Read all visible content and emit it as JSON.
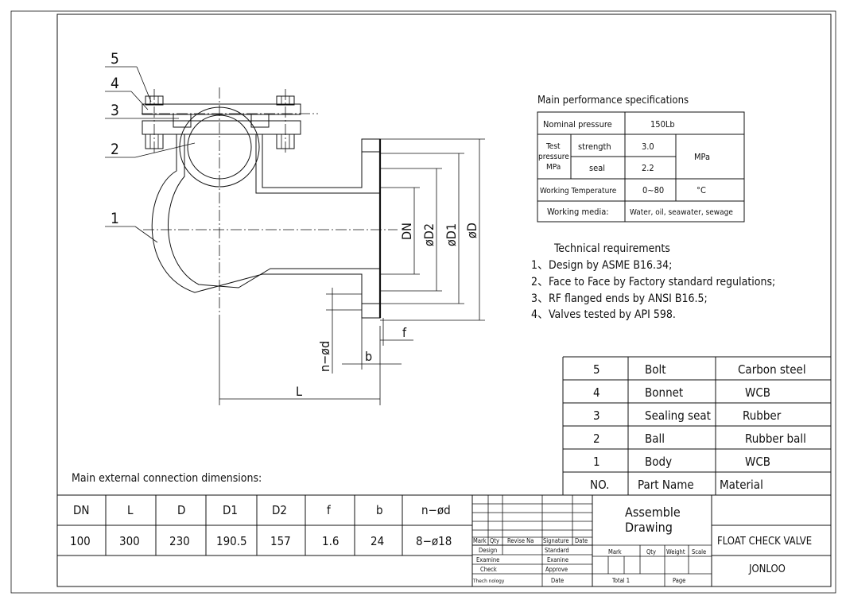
{
  "callouts": [
    "5",
    "4",
    "3",
    "2",
    "1"
  ],
  "dimensions": {
    "dn": "DN",
    "d2": "øD2",
    "d1": "øD1",
    "d": "øD",
    "f": "f",
    "b": "b",
    "nd": "n−ød",
    "l": "L"
  },
  "performance": {
    "title": "Main performance specifications",
    "nominal_label": "Nominal pressure",
    "nominal_value": "150Lb",
    "test_label_1": "Test",
    "test_label_2": "pressure",
    "test_label_3": "MPa",
    "strength_label": "strength",
    "strength_value": "3.0",
    "seal_label": "seal",
    "seal_value": "2.2",
    "pressure_unit": "MPa",
    "temp_label": "Working Temperature",
    "temp_value": "0~80",
    "temp_unit": "°C",
    "media_label": "Working media:",
    "media_value": "Water, oil, seawater, sewage"
  },
  "technical": {
    "title": "Technical requirements",
    "items": [
      "1、Design by ASME B16.34;",
      "2、Face to Face by Factory standard regulations;",
      "3、RF flanged ends by ANSI B16.5;",
      "4、Valves tested by API 598."
    ]
  },
  "parts": {
    "rows": [
      {
        "no": "5",
        "name": "Bolt",
        "material": "Carbon steel"
      },
      {
        "no": "4",
        "name": "Bonnet",
        "material": "WCB"
      },
      {
        "no": "3",
        "name": "Sealing seat",
        "material": "Rubber"
      },
      {
        "no": "2",
        "name": "Ball",
        "material": "Rubber ball"
      },
      {
        "no": "1",
        "name": "Body",
        "material": "WCB"
      }
    ],
    "header": {
      "no": "NO.",
      "name": "Part Name",
      "material": "Material"
    }
  },
  "connection": {
    "title": "Main external connection dimensions:",
    "headers": [
      "DN",
      "L",
      "D",
      "D1",
      "D2",
      "f",
      "b",
      "n−ød"
    ],
    "values": [
      "100",
      "300",
      "230",
      "190.5",
      "157",
      "1.6",
      "24",
      "8−ø18"
    ]
  },
  "title_block": {
    "mark": "Mark",
    "qty": "Qty",
    "revise": "Revise Na",
    "signature": "Signature",
    "date": "Date",
    "design": "Design",
    "standard": "Standard",
    "examine": "Examine",
    "exanine": "Exanine",
    "check": "Check",
    "approve": "Approve",
    "technology": "Thech nology",
    "date2": "Date",
    "assemble_1": "Assemble",
    "assemble_2": "Drawing",
    "mark2": "Mark",
    "qty2": "Qty",
    "weight": "Weight",
    "scale": "Scale",
    "total": "Total 1",
    "page": "Page",
    "product": "FLOAT CHECK VALVE",
    "company": "JONLOO"
  }
}
